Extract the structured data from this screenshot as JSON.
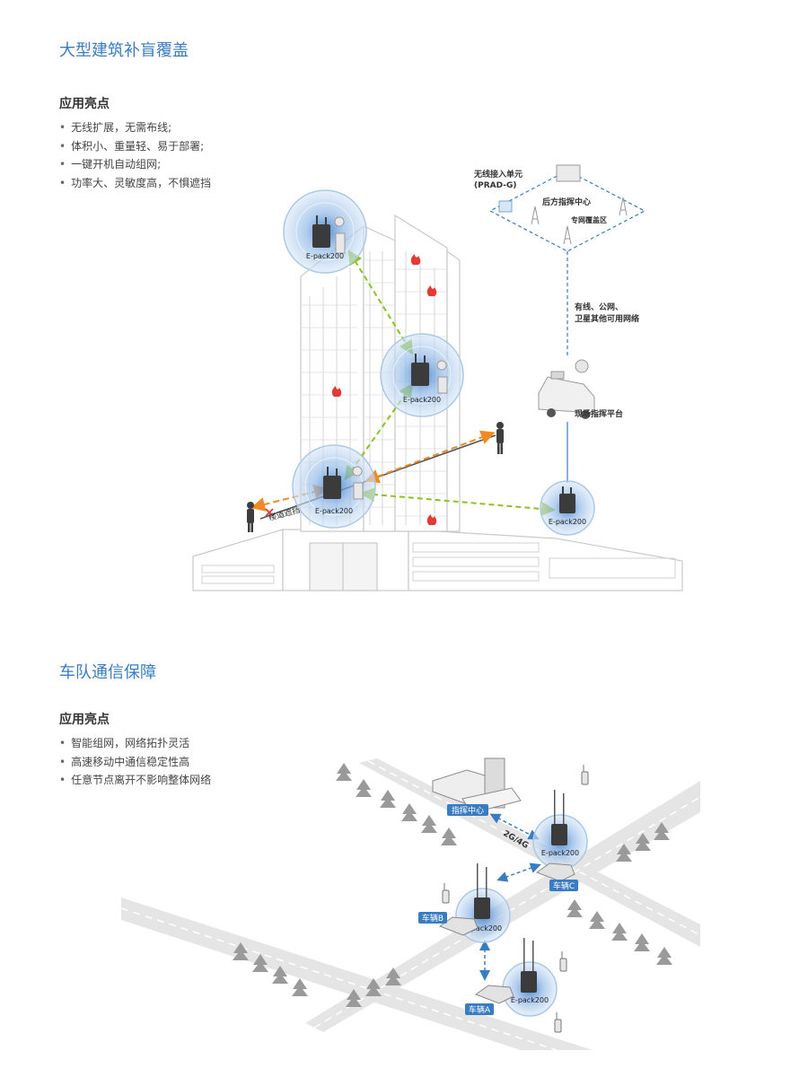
{
  "section1": {
    "title": "大型建筑补盲覆盖",
    "highlights_title": "应用亮点",
    "bullets": [
      "无线扩展，无需布线;",
      "体积小、重量轻、易于部署;",
      "一键开机自动组网;",
      "功率大、灵敏度高，不惧遮挡"
    ],
    "diagram": {
      "device_label": "E-pack200",
      "stair_block_label": "楼道遮挡",
      "access_unit_label": "无线接入单元",
      "access_unit_model": "(PRAD-G)",
      "backend_label": "后方指挥中心",
      "coverage_label": "专网覆盖区",
      "network_line1": "有线、公网、",
      "network_line2": "卫星其他可用网络",
      "field_command_label": "现场指挥平台"
    }
  },
  "section2": {
    "title": "车队通信保障",
    "highlights_title": "应用亮点",
    "bullets": [
      "智能组网，网络拓扑灵活",
      "高速移动中通信稳定性高",
      "任意节点离开不影响整体网络"
    ],
    "diagram": {
      "command_center_label": "指挥中心",
      "link_label": "2G/4G",
      "device_label": "E-pack200",
      "vehicle_a": "车辆A",
      "vehicle_b": "车辆B",
      "vehicle_c": "车辆C"
    }
  },
  "colors": {
    "accent_blue": "#3a7cc3",
    "orange_link": "#f08a24",
    "green_link": "#8dc21f",
    "block_red": "#e53935"
  }
}
